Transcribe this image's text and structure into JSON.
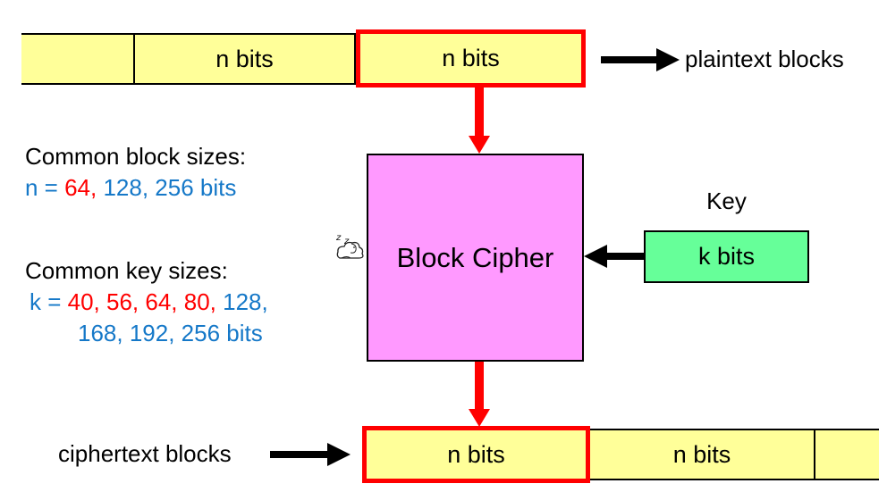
{
  "colors": {
    "yellow": "#FFFF99",
    "magenta": "#FF99FF",
    "green": "#66FF99",
    "red": "#FF0000",
    "blue": "#1578C8",
    "black": "#000000"
  },
  "plaintext_row": {
    "label": "plaintext blocks",
    "blocks": [
      {
        "label": ""
      },
      {
        "label": "n bits"
      },
      {
        "label": "n bits",
        "highlighted": true
      }
    ]
  },
  "annotations": {
    "block_sizes": {
      "title": "Common block sizes:",
      "segments": [
        {
          "text": "n = ",
          "color": "blue"
        },
        {
          "text": "64,",
          "color": "red"
        },
        {
          "text": " 128, 256 bits",
          "color": "blue"
        }
      ]
    },
    "key_sizes": {
      "title": "Common key sizes:",
      "line1_segments": [
        {
          "text": "k = ",
          "color": "blue"
        },
        {
          "text": "40, 56, 64, 80,",
          "color": "red"
        },
        {
          "text": " 128,",
          "color": "blue"
        }
      ],
      "line2_segments": [
        {
          "text": "168, 192, 256 bits",
          "color": "blue"
        }
      ]
    }
  },
  "cipher": {
    "label": "Block Cipher"
  },
  "key": {
    "title": "Key",
    "box_label": "k bits"
  },
  "ciphertext_row": {
    "label": "ciphertext blocks",
    "blocks": [
      {
        "label": "n bits",
        "highlighted": true
      },
      {
        "label": "n bits"
      },
      {
        "label": ""
      }
    ]
  },
  "icons": {
    "sleeping_pointer": "sleeping-pointer"
  }
}
